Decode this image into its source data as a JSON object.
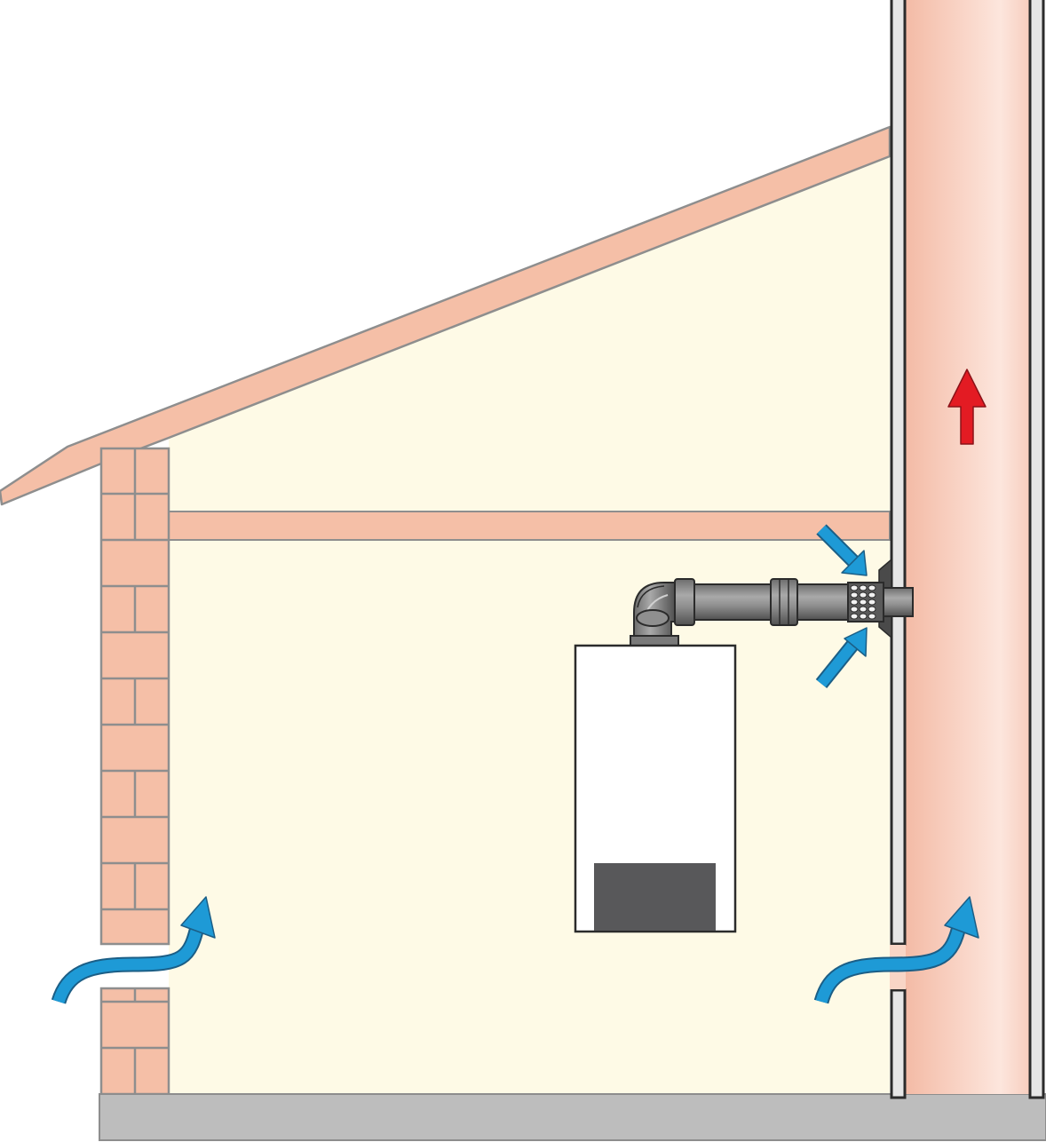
{
  "diagram": {
    "kind": "boiler-flue-installation-cross-section",
    "components": [
      "pitched-roof",
      "brick-wall",
      "wall-vent-opening",
      "ceiling-beam",
      "wall-boiler",
      "boiler-panel",
      "coaxial-flue-pipe",
      "flue-elbow",
      "pipe-couplings",
      "air-intake-grille",
      "chimney-flue",
      "chimney-inlet-opening",
      "floor-slab"
    ],
    "airflow": {
      "intake_arrows": 4,
      "exhaust_arrows": 1
    }
  },
  "colors": {
    "roof": "#f5bfa7",
    "brick": "#f5bfa7",
    "mortar": "#8e8e8e",
    "interior": "#fefae6",
    "chimney_edge": "#f2b49d",
    "chimney_center": "#fde6dd",
    "floor": "#bdbdbd",
    "floor_edge": "#8d8d8d",
    "pipe": "#8f8f8f",
    "pipe_dark": "#4a4a4a",
    "boiler_body": "#ffffff",
    "boiler_panel": "#58585a",
    "air_arrow": "#1e9ad6",
    "flue_arrow": "#e31b23"
  }
}
